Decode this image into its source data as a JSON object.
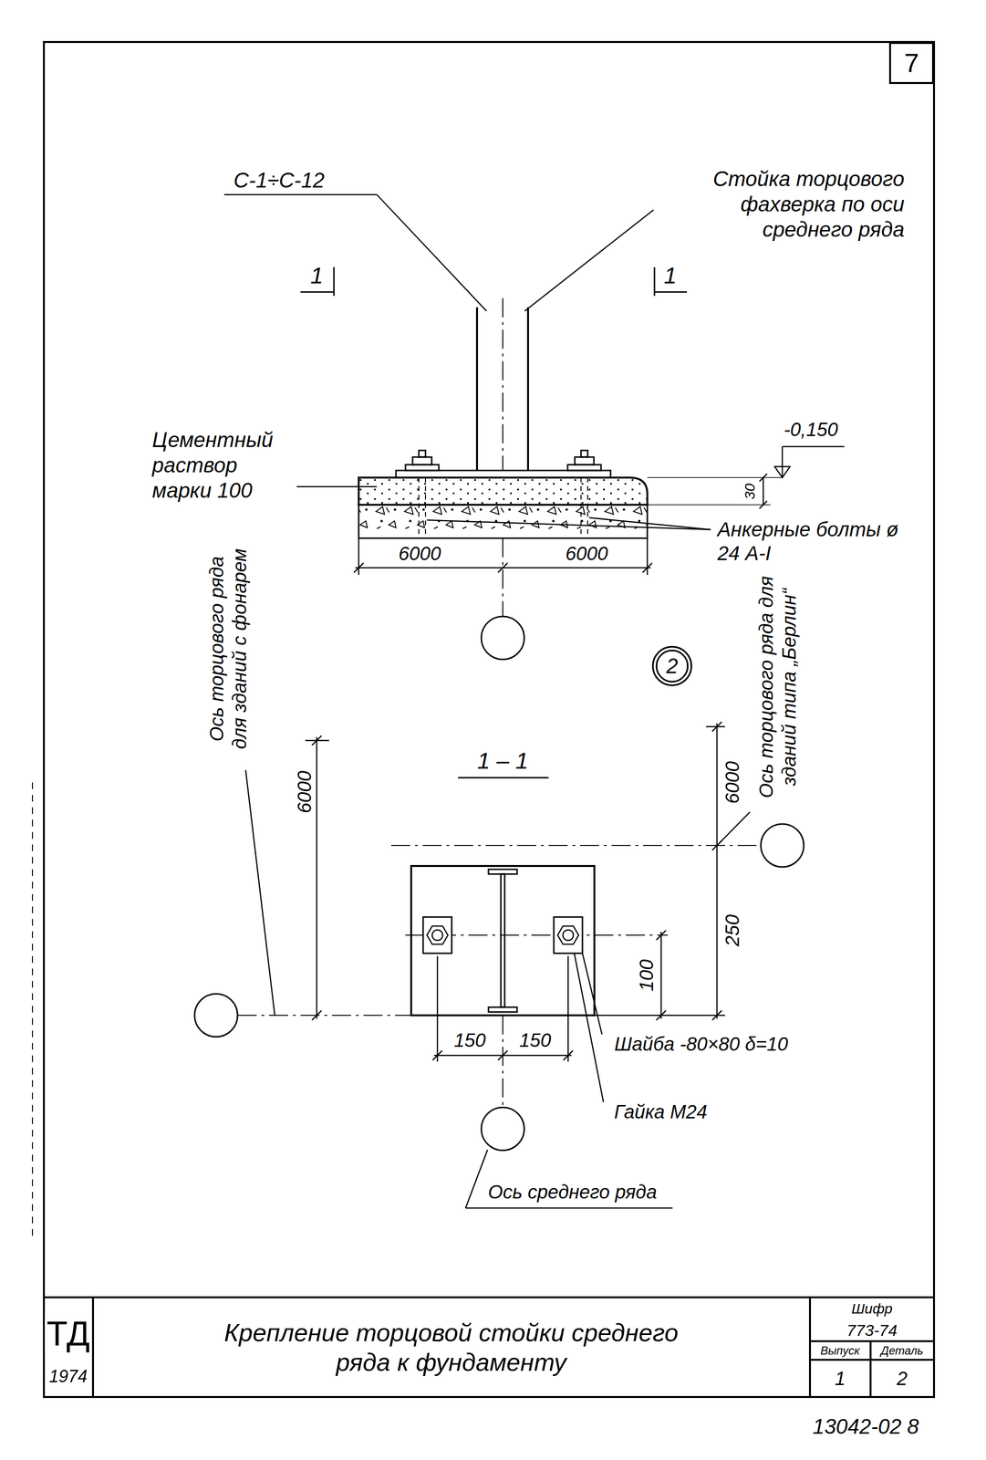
{
  "diagram": {
    "title": "Крепление торцовой стойки среднего ряда к фундаменту",
    "nodes": [
      {
        "text": [
          "7"
        ]
      },
      {
        "text": [
          "2"
        ]
      }
    ],
    "labels": [
      "С-1÷С-12",
      "Стойка торцового фахверка по оси среднего ряда",
      "1",
      "1",
      "Цементный раствор марки 100",
      "-0,150",
      "30",
      "Анкерные болты ø 24 А-I",
      "6000",
      "6000",
      "1 – 1",
      "Ось торцового ряда для зданий с фонарем",
      "6000",
      "Ось торцового ряда для зданий типа „Берлин“",
      "6000",
      "250",
      "100",
      "150",
      "150",
      "Шайба -80×80 δ=10",
      "Гайка М24",
      "Ось среднего ряда",
      "ТД",
      "1974",
      "Шифр",
      "773-74",
      "Выпуск",
      "Деталь",
      "1",
      "2",
      "13042-02 8"
    ]
  }
}
